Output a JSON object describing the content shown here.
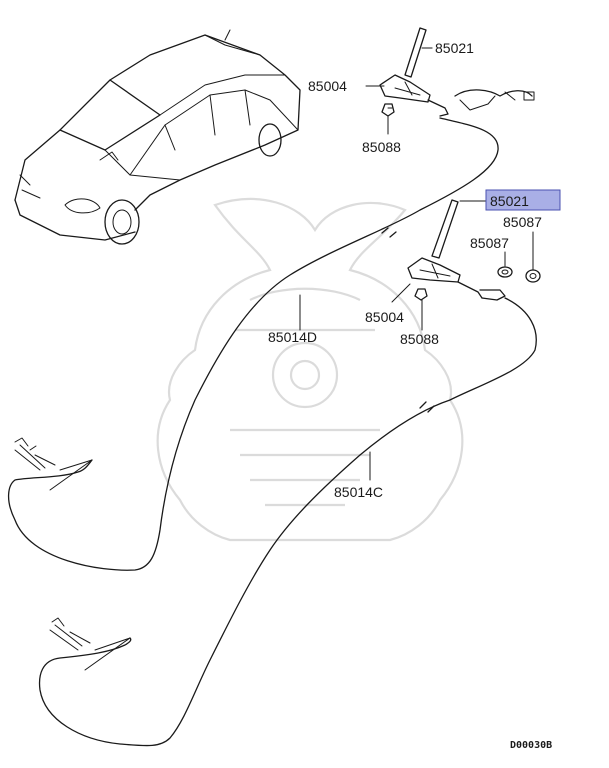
{
  "labels": {
    "antenna_upper": "85021",
    "base_upper": "85004",
    "nut_upper": "85088",
    "antenna_lower_highlight": "85021",
    "washer_a": "85087",
    "washer_b": "85087",
    "base_lower": "85004",
    "nut_lower": "85088",
    "feeder_d": "85014D",
    "feeder_c": "85014C"
  },
  "doc_code": "D00030B",
  "colors": {
    "highlight_fill": "#a9afe6",
    "highlight_border": "#4a52b0",
    "line": "#1a1a1a",
    "watermark": "#d8d8d8"
  }
}
